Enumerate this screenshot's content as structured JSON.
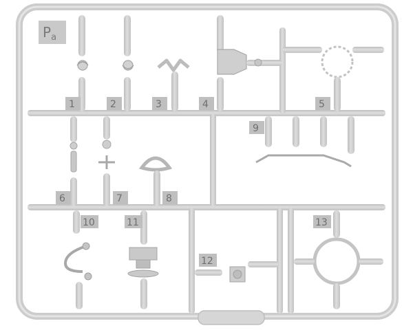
{
  "sprue": {
    "code": {
      "prefix": "P",
      "suffix": "a"
    },
    "part_numbers": [
      "1",
      "2",
      "3",
      "4",
      "5",
      "6",
      "7",
      "8",
      "9",
      "10",
      "11",
      "12",
      "13"
    ]
  },
  "colors": {
    "plastic": "#cfcfcf",
    "plastic_dark": "#b5b5b5",
    "tab": "#bdbdbd",
    "label_text": "#6e6e6e"
  }
}
